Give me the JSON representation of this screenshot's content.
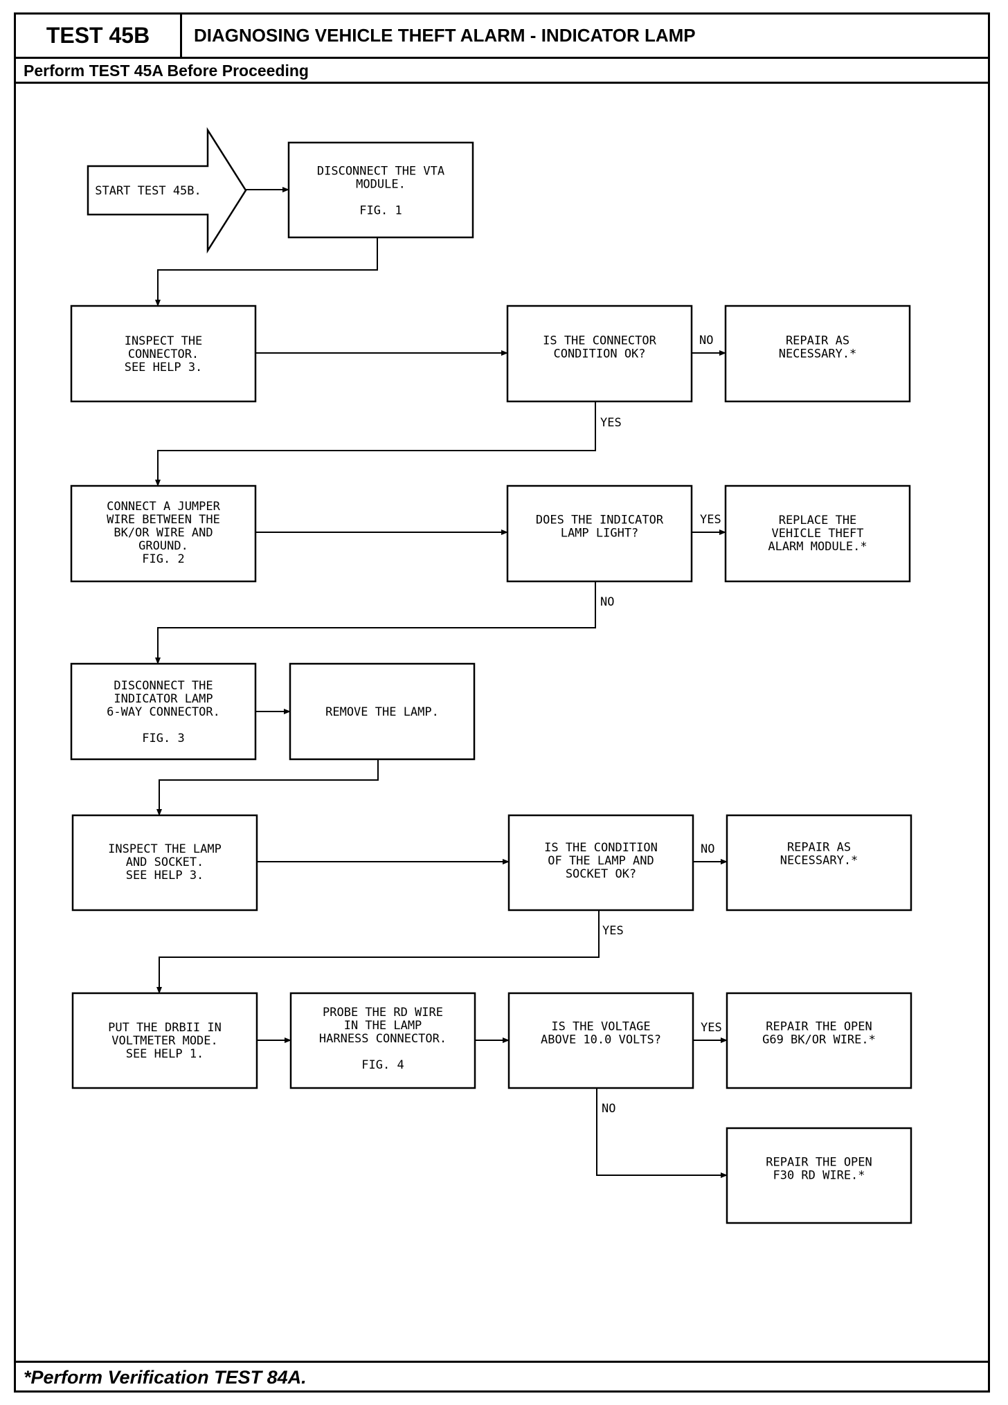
{
  "header": {
    "test_label": "TEST 45B",
    "title": "DIAGNOSING VEHICLE THEFT ALARM - INDICATOR LAMP",
    "subtitle": "Perform TEST 45A Before Proceeding"
  },
  "footer": {
    "note": "*Perform Verification TEST 84A."
  },
  "flow": {
    "start": [
      "START TEST 45B."
    ],
    "disconnect_vta": [
      "DISCONNECT THE VTA",
      "MODULE.",
      "",
      "FIG. 1"
    ],
    "inspect_connector": [
      "INSPECT THE",
      "CONNECTOR.",
      "SEE HELP 3."
    ],
    "q_connector_ok": [
      "IS THE CONNECTOR",
      "CONDITION OK?"
    ],
    "repair_1": [
      "REPAIR AS",
      "NECESSARY.*"
    ],
    "connect_jumper": [
      "CONNECT A JUMPER",
      "WIRE BETWEEN THE",
      "BK/OR WIRE AND",
      "GROUND.",
      "FIG. 2"
    ],
    "q_lamp_light": [
      "DOES THE INDICATOR",
      "LAMP LIGHT?"
    ],
    "replace_module": [
      "REPLACE THE",
      "VEHICLE THEFT",
      "ALARM MODULE.*"
    ],
    "disconnect_lamp": [
      "DISCONNECT THE",
      "INDICATOR LAMP",
      "6-WAY CONNECTOR.",
      "",
      "FIG. 3"
    ],
    "remove_lamp": [
      "REMOVE THE LAMP."
    ],
    "inspect_lamp": [
      "INSPECT THE LAMP",
      "AND SOCKET.",
      "SEE HELP 3."
    ],
    "q_lamp_socket_ok": [
      "IS THE CONDITION",
      "OF THE LAMP AND",
      "SOCKET OK?"
    ],
    "repair_2": [
      "REPAIR AS",
      "NECESSARY.*"
    ],
    "drbii_voltmeter": [
      "PUT THE DRBII IN",
      "VOLTMETER MODE.",
      "SEE HELP 1."
    ],
    "probe_rd": [
      "PROBE THE RD WIRE",
      "IN THE LAMP",
      "HARNESS CONNECTOR.",
      "",
      "FIG. 4"
    ],
    "q_voltage": [
      "IS THE VOLTAGE",
      "ABOVE 10.0 VOLTS?"
    ],
    "repair_g69": [
      "REPAIR THE OPEN",
      "G69 BK/OR WIRE.*"
    ],
    "repair_f30": [
      "REPAIR THE OPEN",
      "F30 RD WIRE.*"
    ]
  },
  "labels": {
    "no_1": "NO",
    "yes_1": "YES",
    "yes_2": "YES",
    "no_2": "NO",
    "no_3": "NO",
    "yes_3": "YES",
    "yes_4": "YES",
    "no_4": "NO"
  }
}
